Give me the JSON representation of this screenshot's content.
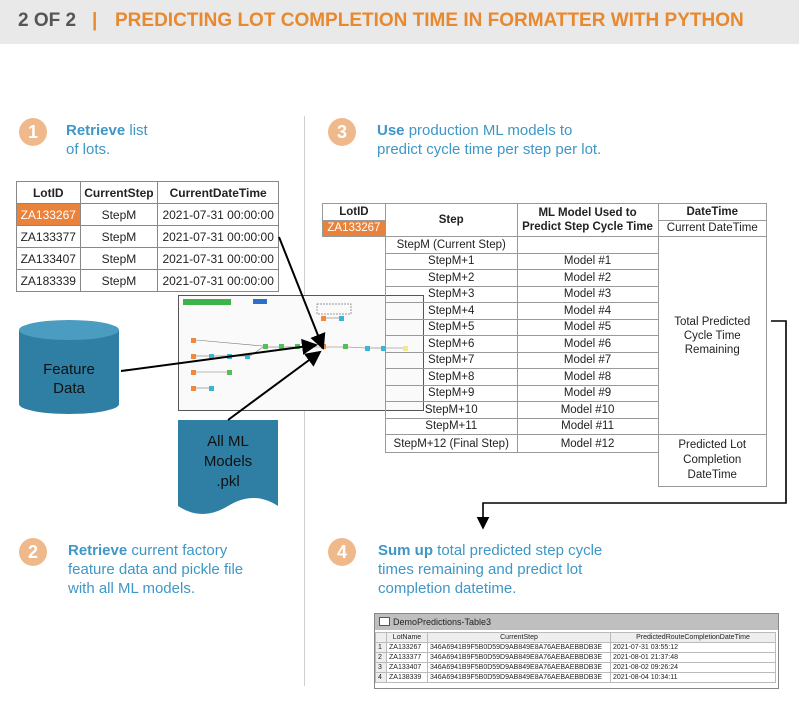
{
  "header": {
    "part": "2 OF 2",
    "sep": "|",
    "title": "PREDICTING LOT COMPLETION TIME IN FORMATTER WITH PYTHON"
  },
  "steps": {
    "s1": {
      "num": "1",
      "bold": "Retrieve",
      "rest": " list",
      "line2": "of lots."
    },
    "s2": {
      "num": "2",
      "bold": "Retrieve",
      "rest": " current factory",
      "line2": "feature data and pickle file",
      "line3": "with all ML models."
    },
    "s3": {
      "num": "3",
      "bold": "Use",
      "rest": " production ML models to",
      "line2": "predict cycle time per step per lot."
    },
    "s4": {
      "num": "4",
      "bold": "Sum up",
      "rest": " total predicted step cycle",
      "line2": "times remaining and predict lot",
      "line3": "completion datetime."
    }
  },
  "lots_table": {
    "headers": [
      "LotID",
      "CurrentStep",
      "CurrentDateTime"
    ],
    "rows": [
      [
        "ZA133267",
        "StepM",
        "2021-07-31 00:00:00"
      ],
      [
        "ZA133377",
        "StepM",
        "2021-07-31 00:00:00"
      ],
      [
        "ZA133407",
        "StepM",
        "2021-07-31 00:00:00"
      ],
      [
        "ZA183339",
        "StepM",
        "2021-07-31 00:00:00"
      ]
    ]
  },
  "feature_data": {
    "line1": "Feature",
    "line2": "Data"
  },
  "models_doc": {
    "line1": "All ML",
    "line2": "Models",
    "line3": ".pkl"
  },
  "pred_table": {
    "h_lot": "LotID",
    "h_step": "Step",
    "h_model1": "ML Model Used to",
    "h_model2": "Predict Step Cycle Time",
    "h_dt": "DateTime",
    "lot": "ZA133267",
    "cur_step": "StepM (Current Step)",
    "cur_dt": "Current DateTime",
    "rows": [
      [
        "StepM+1",
        "Model #1"
      ],
      [
        "StepM+2",
        "Model #2"
      ],
      [
        "StepM+3",
        "Model #3"
      ],
      [
        "StepM+4",
        "Model #4"
      ],
      [
        "StepM+5",
        "Model #5"
      ],
      [
        "StepM+6",
        "Model #6"
      ],
      [
        "StepM+7",
        "Model #7"
      ],
      [
        "StepM+8",
        "Model #8"
      ],
      [
        "StepM+9",
        "Model #9"
      ],
      [
        "StepM+10",
        "Model #10"
      ],
      [
        "StepM+11",
        "Model #11"
      ],
      [
        "StepM+12 (Final Step)",
        "Model #12"
      ]
    ],
    "total1": "Total Predicted",
    "total2": "Cycle Time",
    "total3": "Remaining",
    "pred1": "Predicted Lot",
    "pred2": "Completion",
    "pred3": "DateTime"
  },
  "result_window": {
    "title": "DemoPredictions-Table3",
    "headers": [
      "LotName",
      "CurrentStep",
      "PredictedRouteCompletionDateTime"
    ],
    "rows": [
      [
        "1",
        "ZA133267",
        "346A6941B9F5B0D59D9AB849E8A76AEBAEBBDB3E",
        "2021-07-31 03:55:12"
      ],
      [
        "2",
        "ZA133377",
        "346A6941B9F5B0D59D9AB849E8A76AEBAEBBDB3E",
        "2021-08-01 21:37:48"
      ],
      [
        "3",
        "ZA133407",
        "346A6941B9F5B0D59D9AB849E8A76AEBAEBBDB3E",
        "2021-08-02 09:26:24"
      ],
      [
        "4",
        "ZA138339",
        "346A6941B9F5B0D59D9AB849E8A76AEBAEBBDB3E",
        "2021-08-04 10:34:11"
      ]
    ]
  },
  "colors": {
    "accent_orange": "#e8892f",
    "highlight": "#e9823a",
    "teal": "#2e7fa3",
    "step_blue": "#3e97c6"
  }
}
